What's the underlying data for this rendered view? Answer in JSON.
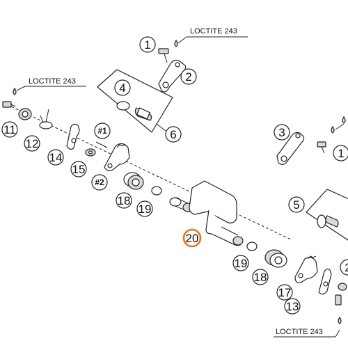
{
  "loctite": {
    "top": "LOCTITE 243",
    "left": "LOCTITE 243",
    "bottom_right": "LOCTITE 243"
  },
  "highlight_color": "#e8731f",
  "callouts": {
    "c1a": "1",
    "c2": "2",
    "c4": "4",
    "c6": "6",
    "c11": "11",
    "c12": "12",
    "c14": "14",
    "c15": "15",
    "ch1": "#1",
    "ch2": "#2",
    "c18a": "18",
    "c19a": "19",
    "c20": "20",
    "c19b": "19",
    "c18b": "18",
    "c17": "17",
    "c13": "13",
    "c3": "3",
    "c1b": "1",
    "c5": "5",
    "c2b": "2"
  }
}
